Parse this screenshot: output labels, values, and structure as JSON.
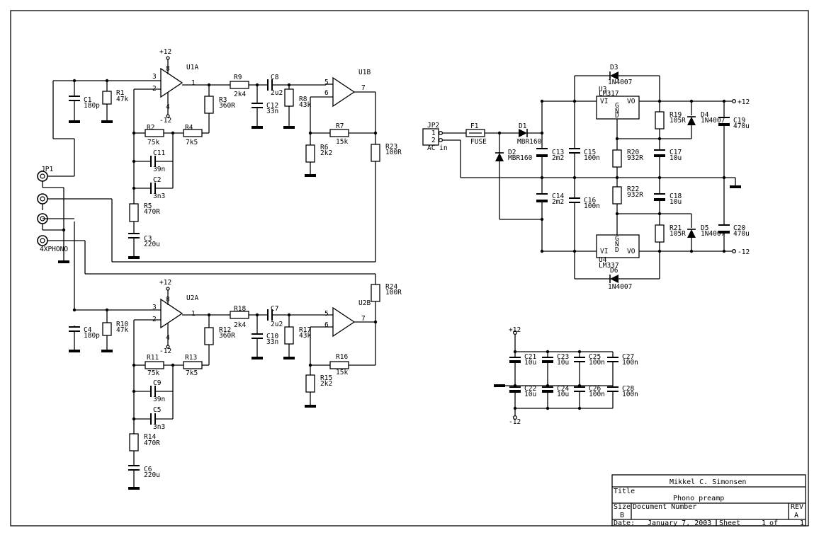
{
  "title_block": {
    "author": "Mikkel C. Simonsen",
    "title_label": "Title",
    "title": "Phono preamp",
    "size_label": "Size",
    "size": "B",
    "doc_label": "Document Number",
    "rev_label": "REV",
    "rev": "A",
    "date_label": "Date:",
    "date": "January  7, 2003",
    "sheet_label": "Sheet",
    "sheet": "1",
    "of_label": "of",
    "sheets": "1"
  },
  "labels": {
    "plus12": "+12",
    "minus12": "-12",
    "pin1": "1",
    "pin2": "2",
    "pin3": "3",
    "pin4": "4",
    "pin5": "5",
    "pin6": "6",
    "pin7": "7",
    "pin8": "8",
    "U1A": "U1A",
    "U1B": "U1B",
    "U2A": "U2A",
    "U2B": "U2B",
    "JP1": "JP1",
    "JP1v": "4XPHONO",
    "JP2": "JP2",
    "JP2v": "AC in",
    "F1": "F1",
    "F1v": "FUSE",
    "R1": "R1",
    "R1v": "47k",
    "R2": "R2",
    "R2v": "75k",
    "R3": "R3",
    "R3v": "360R",
    "R4": "R4",
    "R4v": "7k5",
    "R5": "R5",
    "R5v": "470R",
    "R6": "R6",
    "R6v": "2k2",
    "R7": "R7",
    "R7v": "15k",
    "R8": "R8",
    "R8v": "43k",
    "R9": "R9",
    "R9v": "2k4",
    "R10": "R10",
    "R10v": "47k",
    "R11": "R11",
    "R11v": "75k",
    "R12": "R12",
    "R12v": "360R",
    "R13": "R13",
    "R13v": "7k5",
    "R14": "R14",
    "R14v": "470R",
    "R15": "R15",
    "R15v": "2k2",
    "R16": "R16",
    "R16v": "15k",
    "R17": "R17",
    "R17v": "43k",
    "R18": "R18",
    "R18v": "2k4",
    "R19": "R19",
    "R19v": "105R",
    "R20": "R20",
    "R20v": "932R",
    "R21": "R21",
    "R21v": "105R",
    "R22": "R22",
    "R22v": "932R",
    "R23": "R23",
    "R23v": "100R",
    "R24": "R24",
    "R24v": "100R",
    "C1": "C1",
    "C1v": "180p",
    "C2": "C2",
    "C2v": "3n3",
    "C3": "C3",
    "C3v": "220u",
    "C4": "C4",
    "C4v": "180p",
    "C5": "C5",
    "C5v": "3n3",
    "C6": "C6",
    "C6v": "220u",
    "C7": "C7",
    "C7v": "2u2",
    "C8": "C8",
    "C8v": "2u2",
    "C9": "C9",
    "C9v": "39n",
    "C10": "C10",
    "C10v": "33n",
    "C11": "C11",
    "C11v": "39n",
    "C12": "C12",
    "C12v": "33n",
    "C13": "C13",
    "C13v": "2m2",
    "C14": "C14",
    "C14v": "2m2",
    "C15": "C15",
    "C15v": "100n",
    "C16": "C16",
    "C16v": "100n",
    "C17": "C17",
    "C17v": "10u",
    "C18": "C18",
    "C18v": "10u",
    "C19": "C19",
    "C19v": "470u",
    "C20": "C20",
    "C20v": "470u",
    "C21": "C21",
    "C21v": "10u",
    "C22": "C22",
    "C22v": "10u",
    "C23": "C23",
    "C23v": "10u",
    "C24": "C24",
    "C24v": "10u",
    "C25": "C25",
    "C25v": "100n",
    "C26": "C26",
    "C26v": "100n",
    "C27": "C27",
    "C27v": "100n",
    "C28": "C28",
    "C28v": "100n",
    "D1": "D1",
    "D1v": "MBR160",
    "D2": "D2",
    "D2v": "MBR160",
    "D3": "D3",
    "D3v": "1N4007",
    "D4": "D4",
    "D4v": "1N4007",
    "D5": "D5",
    "D5v": "1N4007",
    "D6": "D6",
    "D6v": "1N4007",
    "U3": "U3",
    "U3v": "LM317",
    "U4": "U4",
    "U4v": "LM337",
    "VI": "VI",
    "VO": "VO",
    "G": "G",
    "N": "N",
    "D": "D"
  }
}
